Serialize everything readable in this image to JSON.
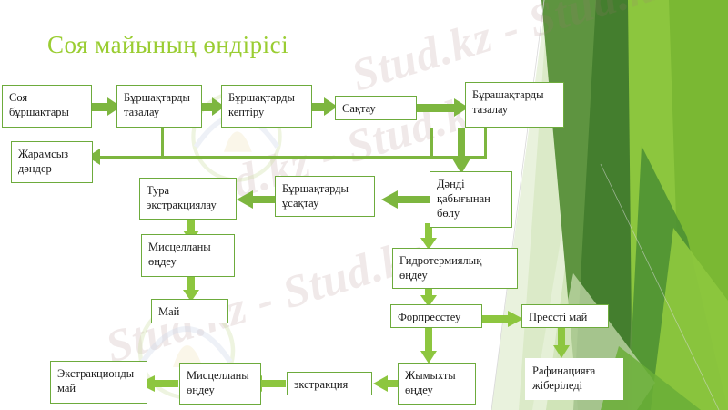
{
  "slide": {
    "title": "Соя майының өндірісі",
    "title_color": "#9ACD32",
    "background": "#ffffff",
    "accent_color": "#7DB63F",
    "box_border_color": "#6DAB3C"
  },
  "watermark": {
    "line1": "Stud.kz - Stud.kz",
    "line2": "Stud.kz - Stud.kz",
    "line3": "Stud.kz - Stud.kz"
  },
  "flowchart": {
    "type": "process-flow-diagram",
    "nodes": [
      {
        "id": "soya_burshaqtary",
        "label": "Соя бұршақтары"
      },
      {
        "id": "burshaqtardy_tazalau",
        "label": "Бұршақтарды тазалау"
      },
      {
        "id": "burshaqtardy_keptiru",
        "label": "Бұршақтарды кептіру"
      },
      {
        "id": "saqtau",
        "label": "Сақтау"
      },
      {
        "id": "burashaqtardy_tazalau",
        "label": "Бұрашақтарды тазалау"
      },
      {
        "id": "jaramsyz_dander",
        "label": "Жарамсыз дәндер"
      },
      {
        "id": "dendi_qabyginan_bolu",
        "label": "Дәнді қабығынан бөлу"
      },
      {
        "id": "burshaqtardy_usaqtau",
        "label": "Бұршақтарды ұсақтау"
      },
      {
        "id": "tura_ekstrakciyalau",
        "label": "Тура экстракциялау"
      },
      {
        "id": "miscellany_ondeu_1",
        "label": "Мисцелланы өңдеу"
      },
      {
        "id": "may",
        "label": "Май"
      },
      {
        "id": "gidrotermiyalyq_ondeu",
        "label": "Гидротермиялық өңдеу"
      },
      {
        "id": "forpresteu",
        "label": "Форпресстеу"
      },
      {
        "id": "pressti_may",
        "label": "Прессті май"
      },
      {
        "id": "rafinaciyaga",
        "label": "Рафинацияға жіберіледі"
      },
      {
        "id": "jymyqty_ondeu",
        "label": "Жымыхты өңдеу"
      },
      {
        "id": "ekstrakciya",
        "label": "экстракция"
      },
      {
        "id": "miscellany_ondeu_2",
        "label": "Мисцелланы өңдеу"
      },
      {
        "id": "ekstrakcionndy_may",
        "label": "Экстракционды май"
      }
    ],
    "edges": [
      {
        "from": "soya_burshaqtary",
        "to": "burshaqtardy_tazalau"
      },
      {
        "from": "burshaqtardy_tazalau",
        "to": "burshaqtardy_keptiru"
      },
      {
        "from": "burshaqtardy_keptiru",
        "to": "saqtau"
      },
      {
        "from": "saqtau",
        "to": "burashaqtardy_tazalau"
      },
      {
        "from": "burshaqtardy_tazalau",
        "to": "jaramsyz_dander"
      },
      {
        "from": "burashaqtardy_tazalau",
        "to": "jaramsyz_dander"
      },
      {
        "from": "burashaqtardy_tazalau",
        "to": "dendi_qabyginan_bolu"
      },
      {
        "from": "dendi_qabyginan_bolu",
        "to": "burshaqtardy_usaqtau"
      },
      {
        "from": "burshaqtardy_usaqtau",
        "to": "tura_ekstrakciyalau"
      },
      {
        "from": "tura_ekstrakciyalau",
        "to": "miscellany_ondeu_1"
      },
      {
        "from": "miscellany_ondeu_1",
        "to": "may"
      },
      {
        "from": "dendi_qabyginan_bolu",
        "to": "gidrotermiyalyq_ondeu"
      },
      {
        "from": "gidrotermiyalyq_ondeu",
        "to": "forpresteu"
      },
      {
        "from": "forpresteu",
        "to": "pressti_may"
      },
      {
        "from": "pressti_may",
        "to": "rafinaciyaga"
      },
      {
        "from": "forpresteu",
        "to": "jymyqty_ondeu"
      },
      {
        "from": "jymyqty_ondeu",
        "to": "ekstrakciya"
      },
      {
        "from": "ekstrakciya",
        "to": "miscellany_ondeu_2"
      },
      {
        "from": "miscellany_ondeu_2",
        "to": "ekstrakcionndy_may"
      }
    ]
  }
}
